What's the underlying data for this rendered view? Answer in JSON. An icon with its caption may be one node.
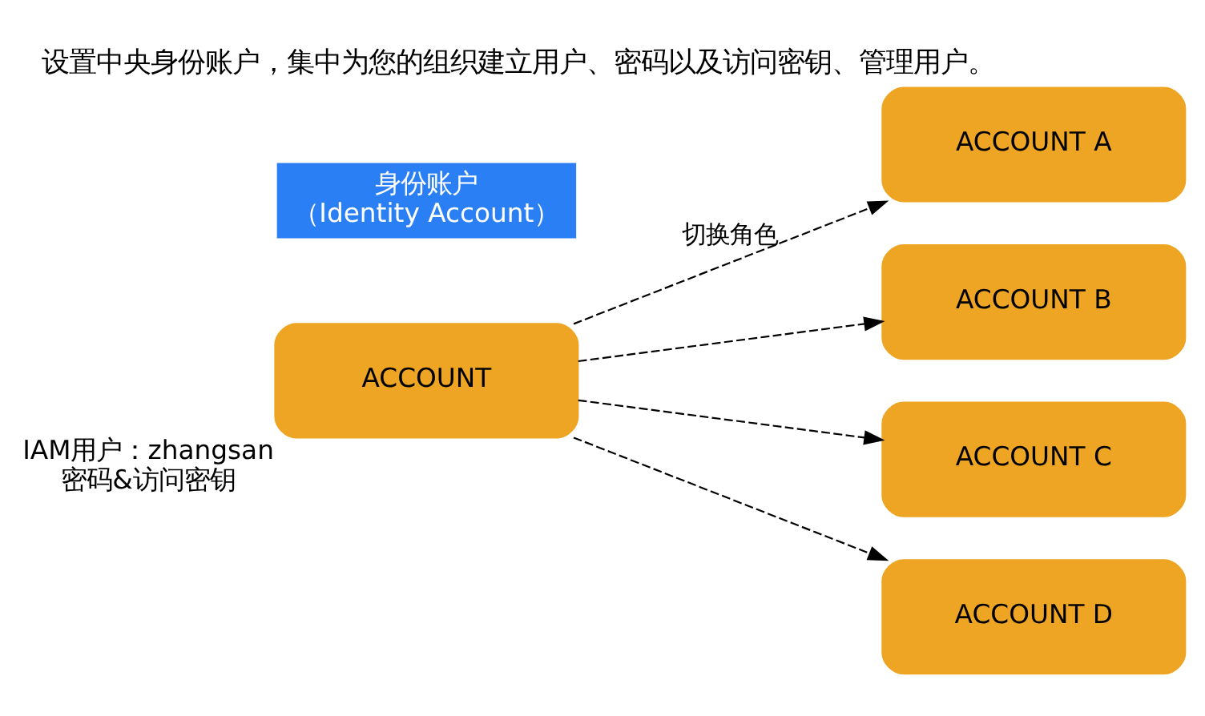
{
  "diagram": {
    "title": "设置中央身份账户，集中为您的组织建立用户、密码以及访问密钥、管理用户。",
    "nodes": [
      {
        "text": [
          "身份账户",
          "（Identity Account）"
        ]
      },
      {
        "text": [
          "ACCOUNT"
        ],
        "beside": [
          "IAM用户：zhangsan",
          "密码&访问密钥"
        ]
      },
      {
        "text": [
          "ACCOUNT A"
        ]
      },
      {
        "text": [
          "ACCOUNT B"
        ]
      },
      {
        "text": [
          "ACCOUNT C"
        ]
      },
      {
        "text": [
          "ACCOUNT D"
        ]
      }
    ],
    "edges": [
      {
        "from": 1,
        "to": 2,
        "arrow": "to",
        "style": "dashed",
        "label": "切换角色"
      },
      {
        "from": 1,
        "to": 3,
        "arrow": "to",
        "style": "dashed"
      },
      {
        "from": 1,
        "to": 4,
        "arrow": "to",
        "style": "dashed"
      },
      {
        "from": 1,
        "to": 5,
        "arrow": "to",
        "style": "dashed"
      }
    ]
  }
}
